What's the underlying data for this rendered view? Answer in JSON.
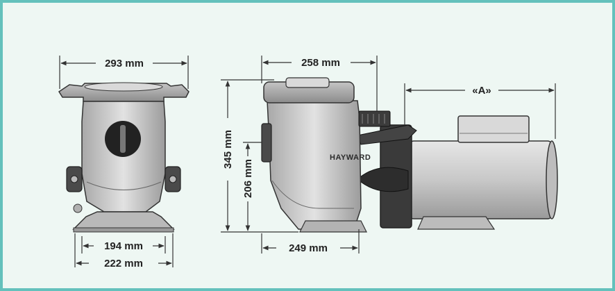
{
  "brand": "HAYWARD",
  "colors": {
    "frame_border": "#64c1bc",
    "background": "#eef7f3",
    "pump_light": "#d4d4d4",
    "pump_mid": "#a9a9a9",
    "pump_dark": "#2b2b2b",
    "dimension_line": "#333333"
  },
  "front_view": {
    "top_width": "293 mm",
    "base_inner_width": "194 mm",
    "base_outer_width": "222 mm"
  },
  "side_view": {
    "basket_width": "258 mm",
    "motor_length": "«A»",
    "total_height": "345 mm",
    "outlet_height": "206 mm",
    "base_length": "249 mm"
  }
}
